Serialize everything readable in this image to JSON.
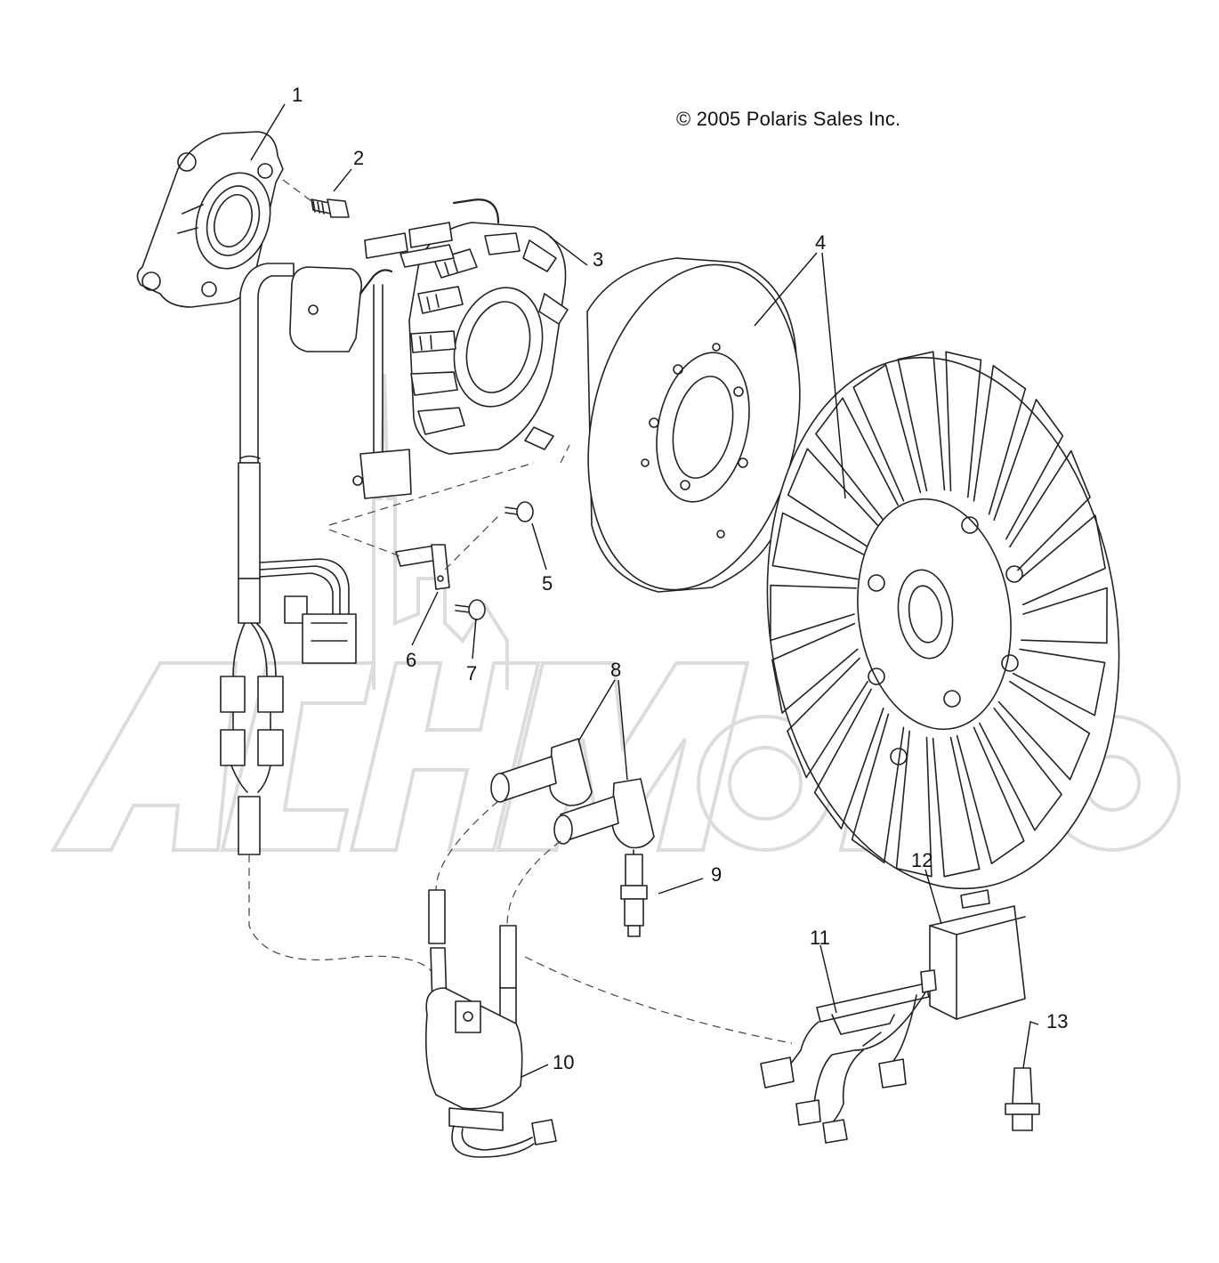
{
  "copyright": "© 2005 Polaris Sales Inc.",
  "watermark": "AchiMoto",
  "callouts": [
    {
      "id": "1",
      "label": "1"
    },
    {
      "id": "2",
      "label": "2"
    },
    {
      "id": "3",
      "label": "3"
    },
    {
      "id": "4",
      "label": "4"
    },
    {
      "id": "5",
      "label": "5"
    },
    {
      "id": "6",
      "label": "6"
    },
    {
      "id": "7",
      "label": "7"
    },
    {
      "id": "8",
      "label": "8"
    },
    {
      "id": "9",
      "label": "9"
    },
    {
      "id": "10",
      "label": "10"
    },
    {
      "id": "11",
      "label": "11"
    },
    {
      "id": "12",
      "label": "12"
    },
    {
      "id": "13",
      "label": "13"
    }
  ],
  "colors": {
    "line": "#222222",
    "watermark": "#dcdcdc",
    "background": "#ffffff"
  }
}
